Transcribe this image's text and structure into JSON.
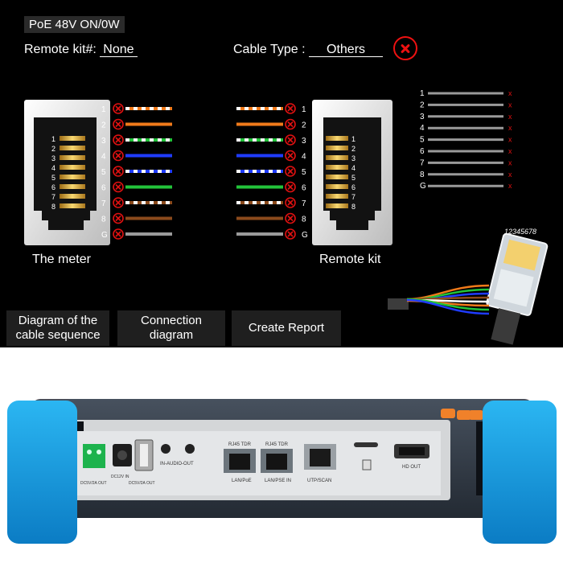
{
  "status": {
    "poe": "PoE 48V ON/0W"
  },
  "remote_kit": {
    "label": "Remote kit#:",
    "value": "None"
  },
  "cable_type": {
    "label": "Cable Type :",
    "value": "Others"
  },
  "wire_labels": [
    "1",
    "2",
    "3",
    "4",
    "5",
    "6",
    "7",
    "8",
    "G"
  ],
  "panel_labels": {
    "meter": "The meter",
    "remote": "Remote kit"
  },
  "pin_numbers": [
    "1",
    "2",
    "3",
    "4",
    "5",
    "6",
    "7",
    "8"
  ],
  "connector_code": "12345678",
  "buttons": {
    "cable_sequence": [
      "Diagram of the",
      "cable sequence"
    ],
    "connection": [
      "Connection",
      "diagram"
    ],
    "report": "Create Report"
  },
  "device_ports": {
    "dc_out_left": "DC5V/2A OUT",
    "dc_in": "DC12V IN",
    "dc_out_usb": "DC5V/2A OUT",
    "audio": "IN-AUDIO-OUT",
    "tdr1": "RJ45 TDR",
    "tdr2": "RJ45 TDR",
    "lan_poe": "LAN/PoE",
    "lan_pse": "LAN/PSE IN",
    "utp": "UTP/SCAN",
    "hdmi": "HD OUT"
  },
  "colors": {
    "error": "#e11111",
    "accent_blue": "#1aa0e8",
    "wire_orange": "#f07a1a",
    "wire_green": "#22c33a",
    "wire_blue": "#1f3cff",
    "wire_brown": "#8b4a1c",
    "wire_gray": "#9a9a9a"
  }
}
